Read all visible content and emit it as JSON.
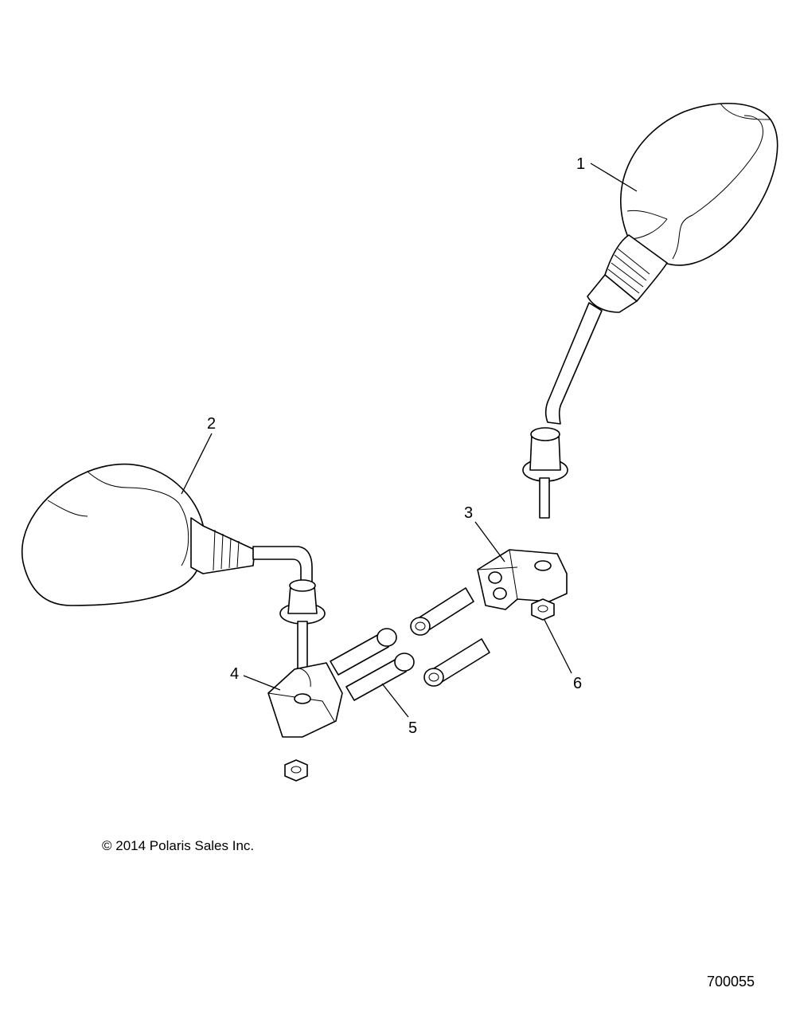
{
  "callouts": [
    "1",
    "2",
    "3",
    "4",
    "5",
    "6"
  ],
  "copyright": "© 2014 Polaris Sales Inc.",
  "figure_number": "700055",
  "colors": {
    "line": "#000000",
    "background": "#ffffff"
  }
}
